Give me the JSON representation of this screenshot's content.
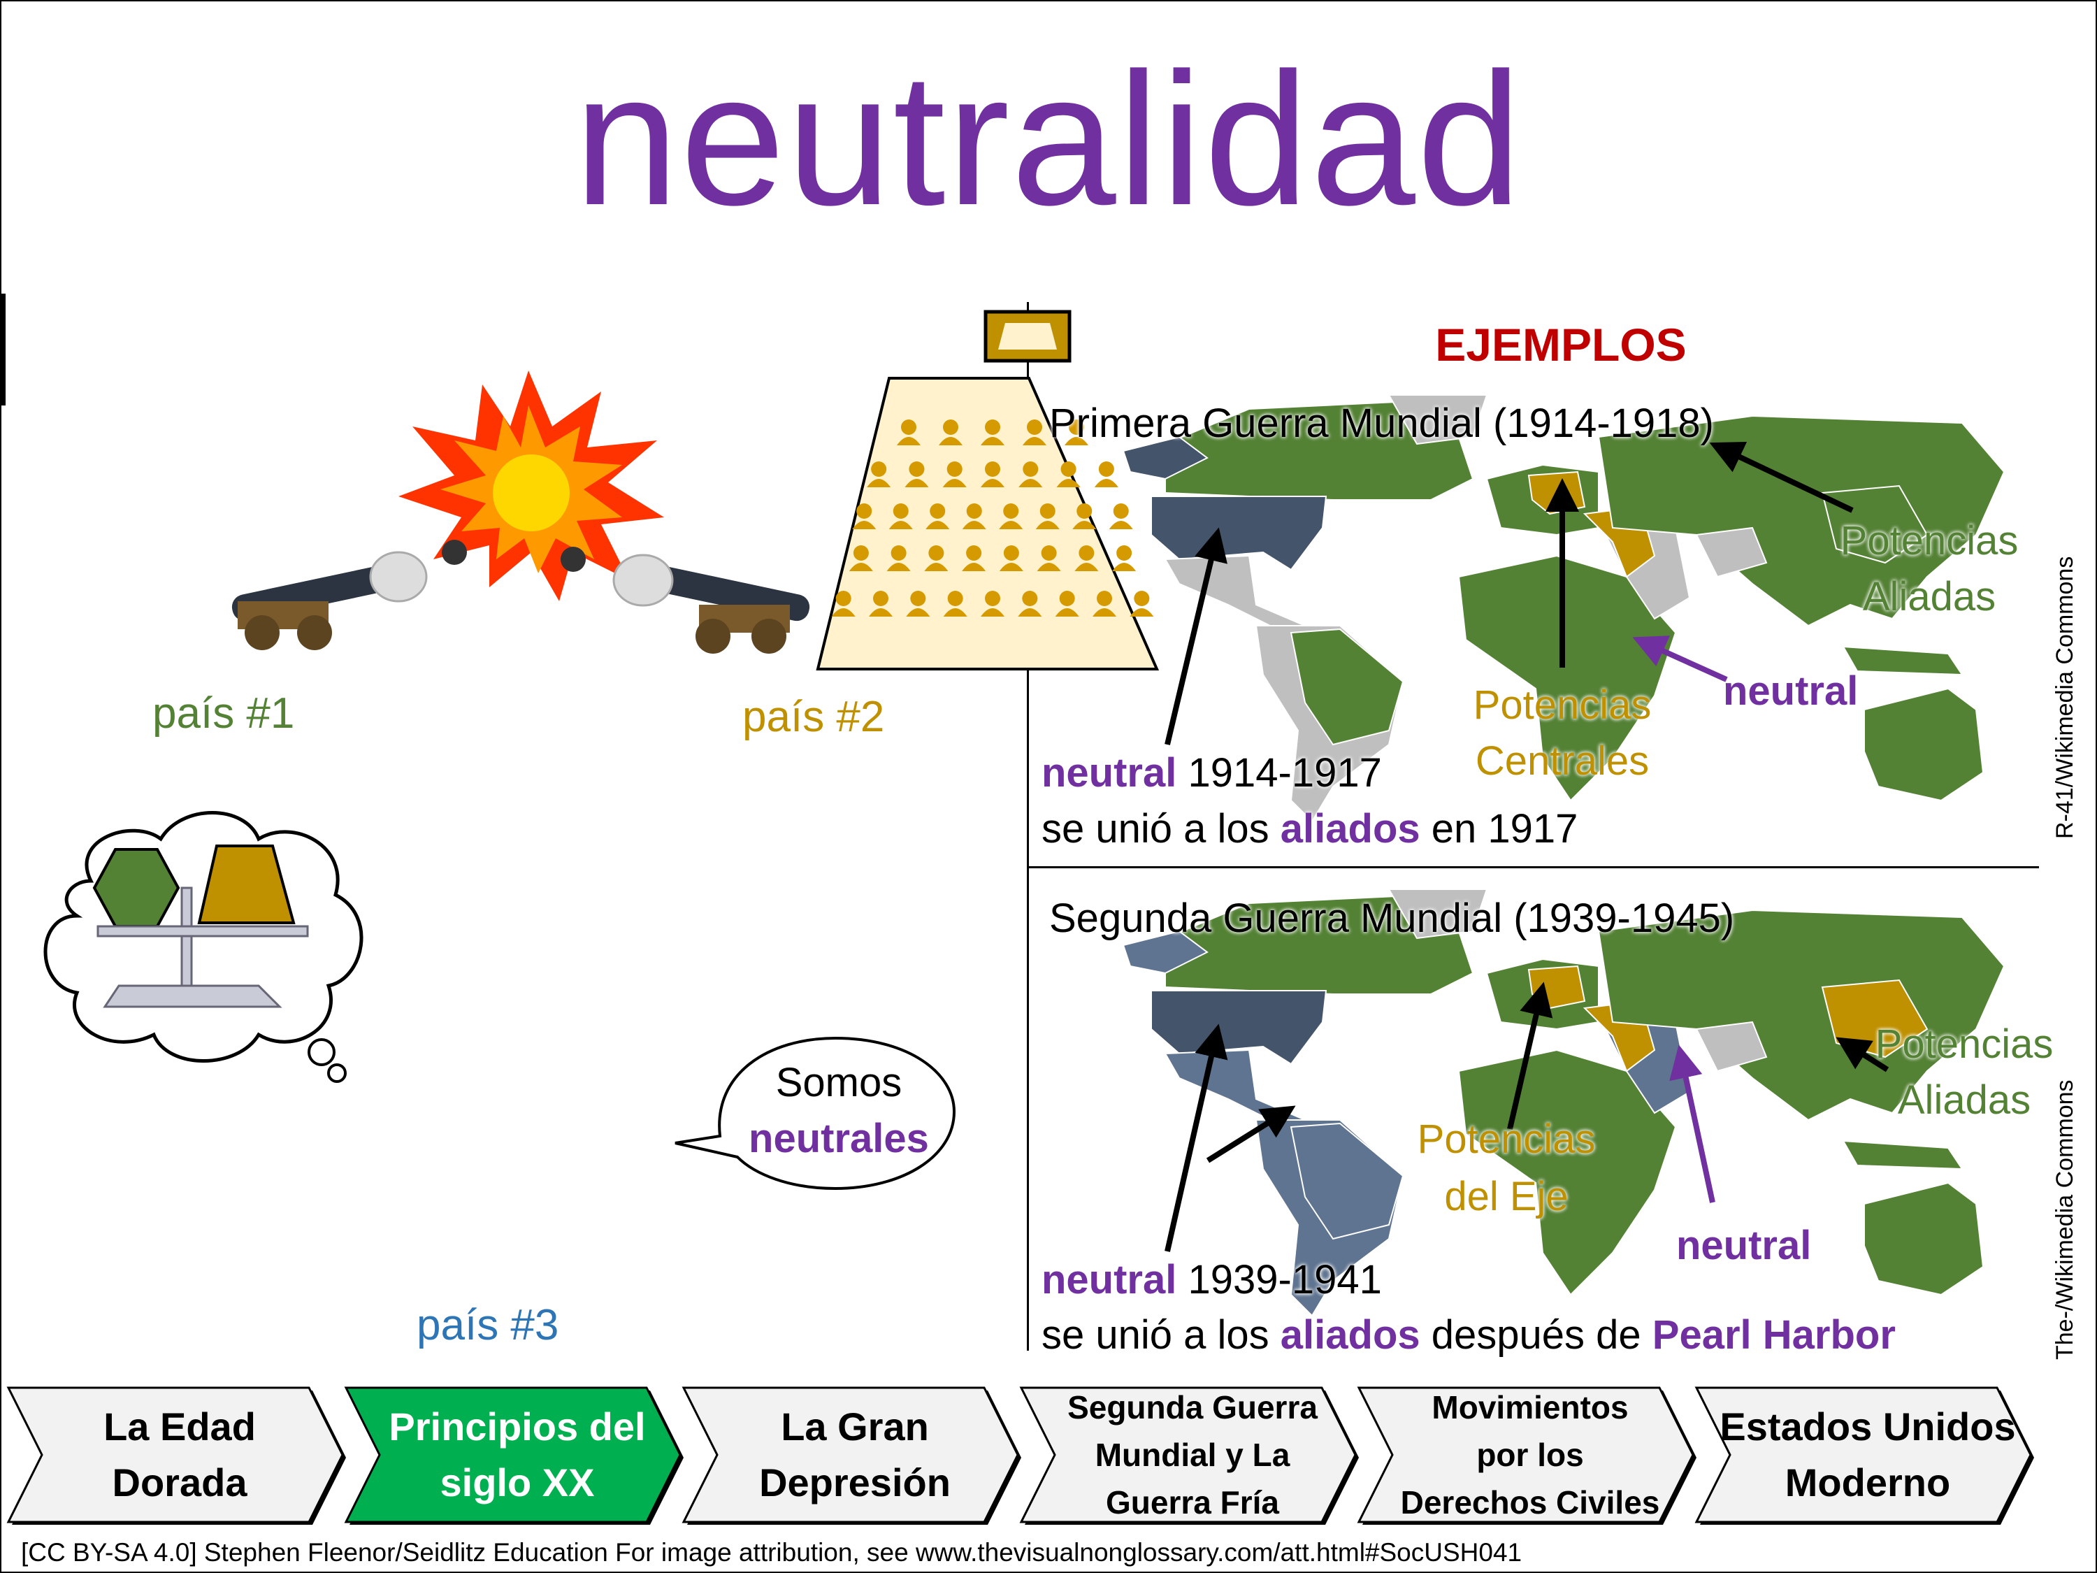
{
  "title": "neutralidad",
  "left_panel": {
    "country1": "país #1",
    "country2": "país #2",
    "country3": "país #3",
    "speech_line1": "Somos",
    "speech_line2": "neutrales"
  },
  "examples": {
    "heading": "EJEMPLOS",
    "ww1": {
      "title": "Primera Guerra Mundial (1914-1918)",
      "allies_line1": "Potencias",
      "allies_line2": "Aliadas",
      "neutral": "neutral",
      "central_line1": "Potencias",
      "central_line2": "Centrales",
      "note_neutral": "neutral",
      "note_years": " 1914-1917",
      "note_line2_a": "se unió a los ",
      "note_line2_b": "aliados",
      "note_line2_c": " en 1917",
      "credit": "R-41/Wikimedia Commons"
    },
    "ww2": {
      "title": "Segunda Guerra Mundial (1939-1945)",
      "allies_line1": "Potencias",
      "allies_line2": "Aliadas",
      "neutral": "neutral",
      "axis_line1": "Potencias",
      "axis_line2": "del Eje",
      "note_neutral": "neutral",
      "note_years": " 1939-1941",
      "note_line2_a": "se unió a los ",
      "note_line2_b": "aliados",
      "note_line2_c": " después de ",
      "note_line2_d": "Pearl Harbor",
      "credit": "The-/Wikimedia Commons"
    }
  },
  "nav": [
    {
      "line1": "La Edad",
      "line2": "Dorada",
      "active": false
    },
    {
      "line1": "Principios del",
      "line2": "siglo XX",
      "active": true
    },
    {
      "line1": "La Gran",
      "line2": "Depresión",
      "active": false
    },
    {
      "line1": "Segunda Guerra",
      "line2": "Mundial y La",
      "line3": "Guerra Fría",
      "active": false
    },
    {
      "line1": "Movimientos",
      "line2": "por los",
      "line3": "Derechos Civiles",
      "active": false
    },
    {
      "line1": "Estados Unidos",
      "line2": "Moderno",
      "active": false
    }
  ],
  "footer": "[CC BY-SA 4.0] Stephen Fleenor/Seidlitz Education For image attribution, see www.thevisualnonglossary.com/att.html#SocUSH041",
  "colors": {
    "title": "#7030a0",
    "heading": "#c00000",
    "allies": "#548235",
    "central": "#bf9000",
    "neutral": "#7030a0",
    "usa": "#44546a",
    "country3": "#2e75b6",
    "nav_active": "#00b050",
    "nav_inactive": "#f2f2f2"
  }
}
